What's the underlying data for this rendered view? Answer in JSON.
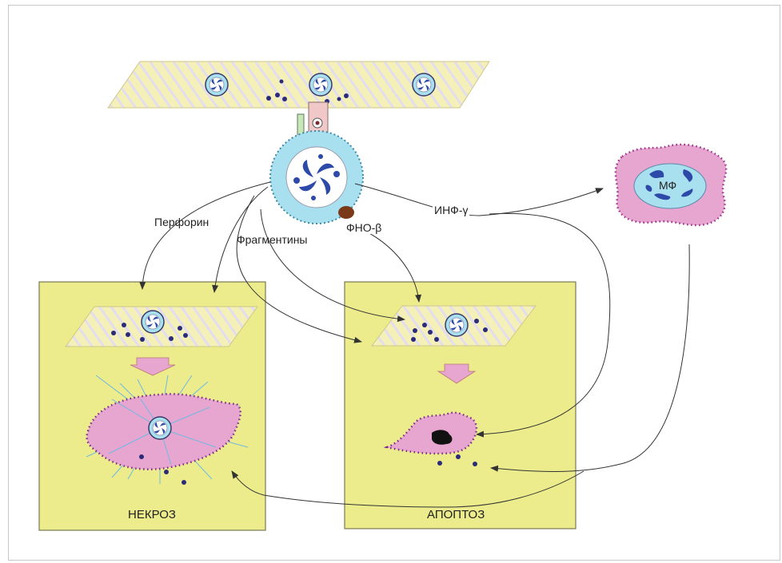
{
  "labels": {
    "perforin": "Перфорин",
    "fragmentins": "Фрагментины",
    "tnf_beta": "ФНО-β",
    "ifn_gamma": "ИНФ-γ",
    "macrophage": "МФ",
    "necrosis": "НЕКРОЗ",
    "apoptosis": "АПОПТОЗ"
  },
  "colors": {
    "panel_fill": "#ecec8c",
    "panel_border": "#7a7a55",
    "cell_band_fill": "#f5f0b8",
    "cell_band_stripe": "#e0dcf0",
    "lymphocyte_fill": "#a8e0ef",
    "nucleus_blue": "#2d4aa8",
    "dying_cell_fill": "#e6a6cf",
    "dot_border": "#7a2a88",
    "granule": "#2b2b7a",
    "down_arrow": "#e6a6cf",
    "connector_stalk": "#f0c8c8",
    "receptor": "#c8e6b8",
    "tnf_blob": "#7a3a1a",
    "condensed_chromatin": "#111111"
  }
}
